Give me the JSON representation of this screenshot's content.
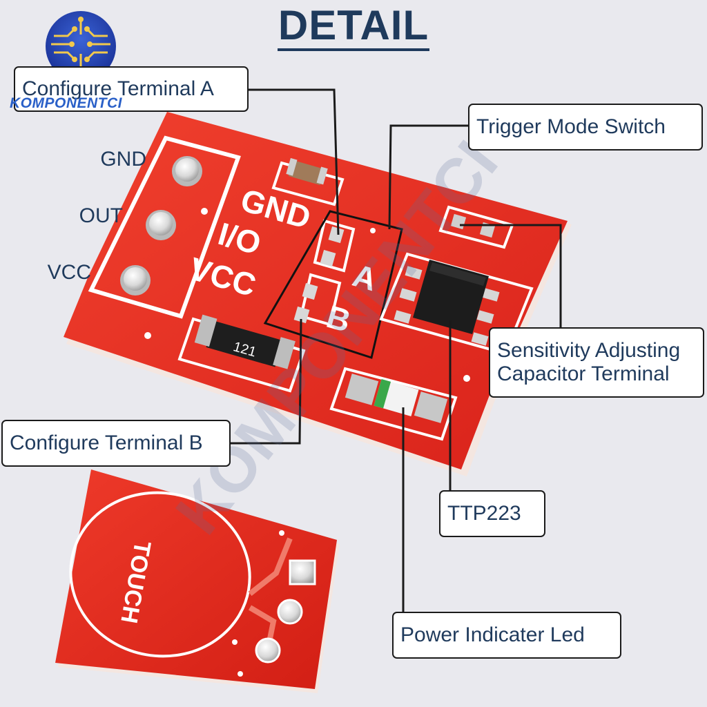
{
  "title": "DETAIL",
  "brand": {
    "name": "KOMPONENTCI"
  },
  "watermark": "KOMPONENTCI",
  "pin_labels": {
    "gnd": "GND",
    "out": "OUT",
    "vcc": "VCC"
  },
  "silkscreen": {
    "gnd": "GND",
    "io": "I/O",
    "vcc": "VCC",
    "a": "A",
    "b": "B",
    "resistor": "121",
    "touch": "TOUCH"
  },
  "callouts": {
    "configure_a": "Configure Terminal A",
    "trigger_mode": "Trigger Mode Switch",
    "sensitivity_line1": "Sensitivity Adjusting",
    "sensitivity_line2": "Capacitor Terminal",
    "configure_b": "Configure Terminal B",
    "ttp223": "TTP223",
    "power_led": "Power Indicater Led"
  },
  "colors": {
    "pcb_red": "#e8291c",
    "pcb_dark": "#c41d12",
    "silk": "#ffffff",
    "text_navy": "#1f3a5c",
    "background": "#e9e9ee"
  }
}
